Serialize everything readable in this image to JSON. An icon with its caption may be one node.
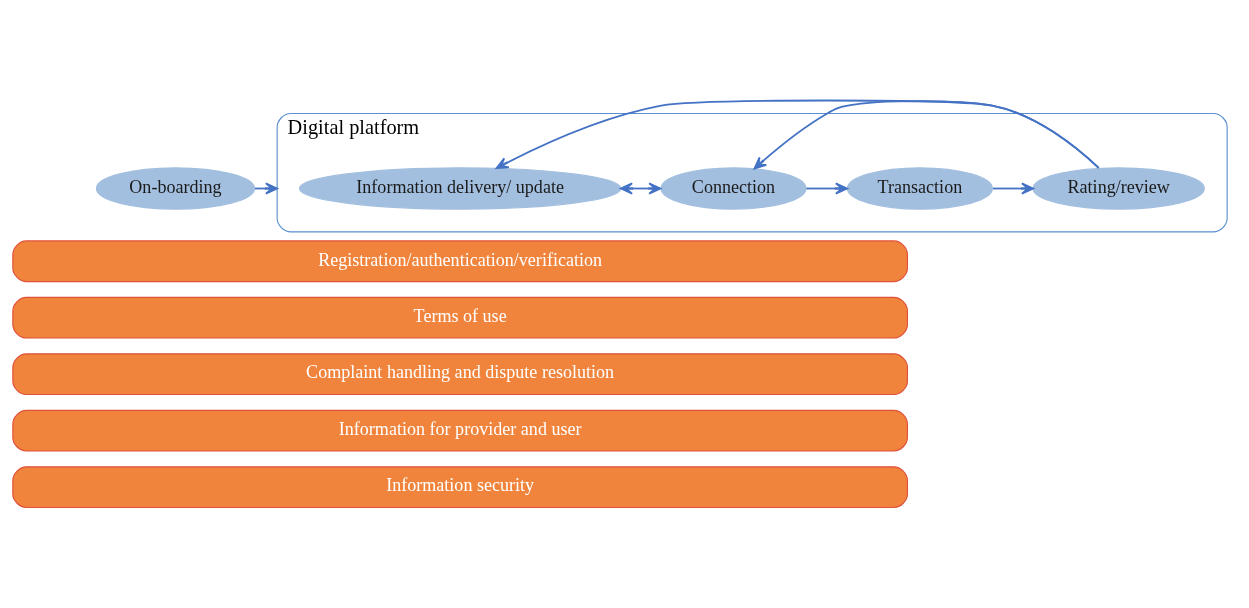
{
  "diagram": {
    "nodes": [
      {
        "text": [
          "On-boarding"
        ]
      },
      {
        "text": [
          "Digital platform"
        ]
      },
      {
        "text": [
          "Information delivery/ update"
        ],
        "in": 1
      },
      {
        "text": [
          "Connection"
        ],
        "in": 1
      },
      {
        "text": [
          "Transaction"
        ],
        "in": 1
      },
      {
        "text": [
          "Rating/review"
        ],
        "in": 1
      },
      {
        "text": [
          "Registration/authentication/verification"
        ]
      },
      {
        "text": [
          "Terms of use"
        ]
      },
      {
        "text": [
          "Complaint handling and dispute resolution"
        ]
      },
      {
        "text": [
          "Information for provider and user"
        ]
      },
      {
        "text": [
          "Information security"
        ]
      }
    ],
    "edges": [
      {
        "from": 0,
        "to": 1,
        "arrow": "to"
      },
      {
        "from": 2,
        "to": 3,
        "arrow": "both"
      },
      {
        "from": 3,
        "to": 4,
        "arrow": "to"
      },
      {
        "from": 4,
        "to": 5,
        "arrow": "to"
      },
      {
        "from": 5,
        "to": 2,
        "arrow": "to"
      },
      {
        "from": 5,
        "to": 3,
        "arrow": "to"
      }
    ]
  }
}
